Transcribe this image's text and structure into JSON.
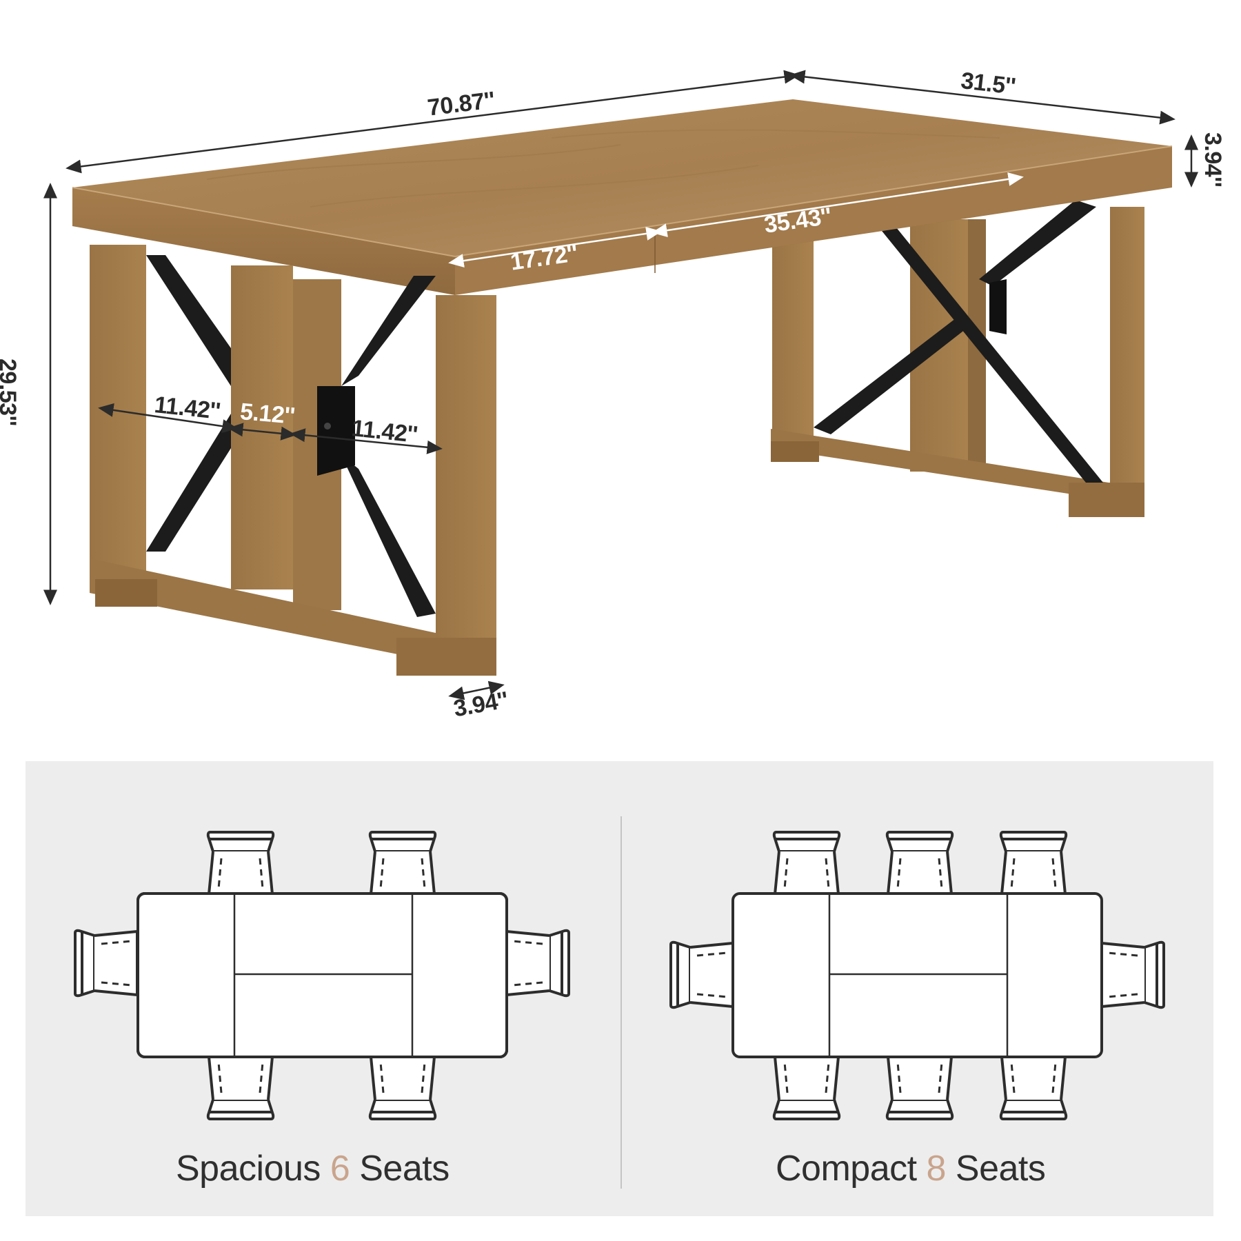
{
  "product_image": {
    "subject": "rectangular wood dining table with black metal X-frame legs",
    "wood_color": "#a9814f",
    "metal_color": "#1c1c1c"
  },
  "dimensions": {
    "length": "70.87''",
    "width": "31.5''",
    "top_thickness": "3.94''",
    "height": "29.53''",
    "apron_left": "17.72''",
    "apron_right": "35.43''",
    "leg_gap_left": "11.42''",
    "leg_post_width": "5.12''",
    "leg_gap_right": "11.42''",
    "foot_depth": "3.94''"
  },
  "seating": {
    "left": {
      "prefix": "Spacious",
      "count": "6",
      "suffix": "Seats"
    },
    "right": {
      "prefix": "Compact",
      "count": "8",
      "suffix": "Seats"
    },
    "accent_color": "#c9a48c",
    "panel_color": "#ededed"
  }
}
